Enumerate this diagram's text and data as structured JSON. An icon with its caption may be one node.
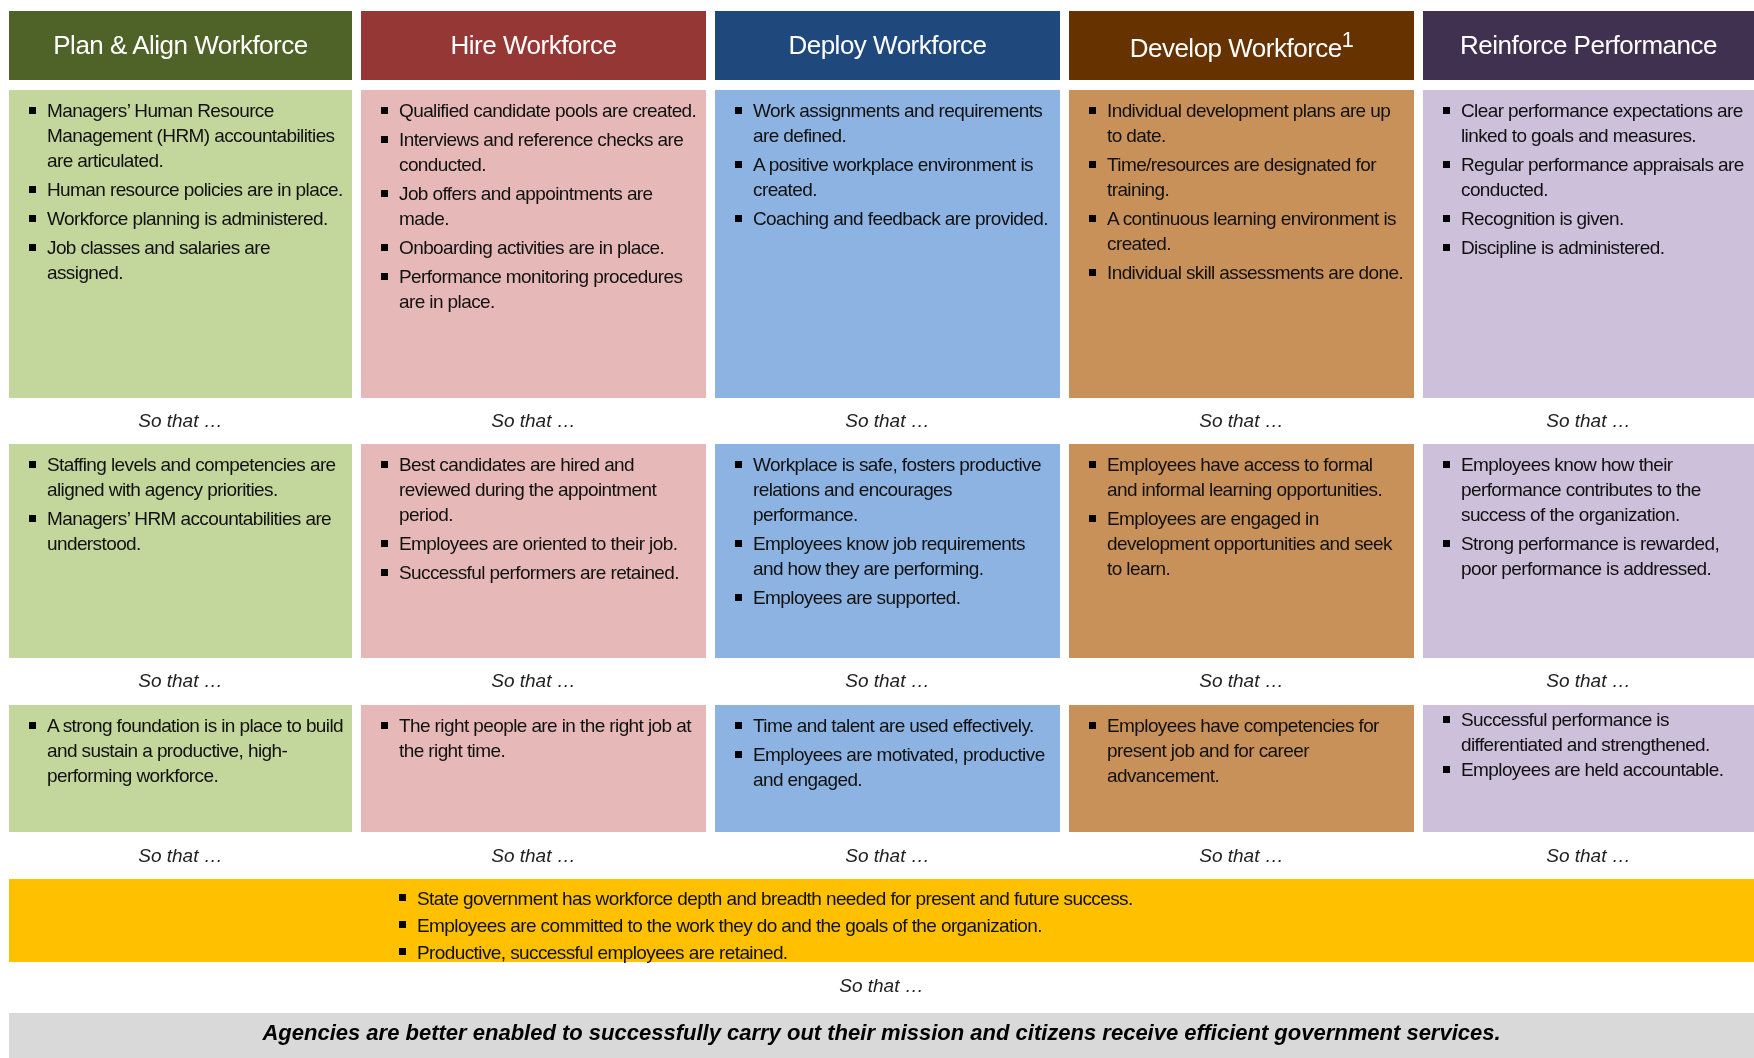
{
  "diagram": {
    "nodes": [
      {
        "text": [
          "Plan & Align Workforce"
        ]
      },
      {
        "text": [
          "Hire Workforce"
        ]
      },
      {
        "text": [
          "Deploy Workforce"
        ]
      },
      {
        "text": [
          "Develop Workforce$^{1}$"
        ]
      },
      {
        "text": [
          "Reinforce Performance"
        ]
      },
      {
        "text": [
          "Managers’ Human Resource Management (HRM) accountabilities are articulated.",
          "Human resource policies are in place.",
          "Workforce planning is administered.",
          "Job classes and salaries are assigned."
        ]
      },
      {
        "text": [
          "Qualified candidate pools are created.",
          "Interviews and reference checks are conducted.",
          "Job offers and appointments are made.",
          "Onboarding activities are in place.",
          "Performance monitoring procedures are in place."
        ]
      },
      {
        "text": [
          "Work assignments and requirements are defined.",
          "A positive workplace environment is created.",
          "Coaching and feedback are provided."
        ]
      },
      {
        "text": [
          "Individual development plans are up to date.",
          "Time/resources are designated for training.",
          "A continuous learning environment is created.",
          "Individual skill assessments are done."
        ]
      },
      {
        "text": [
          "Clear performance expectations are linked to goals and measures.",
          "Regular performance appraisals are conducted.",
          "Recognition is given.",
          "Discipline is administered."
        ]
      },
      {
        "text": [
          "Staffing levels and competencies are aligned with agency priorities.",
          "Managers’ HRM accountabilities are understood."
        ]
      },
      {
        "text": [
          "Best candidates are hired and reviewed during the appointment period.",
          "Employees are oriented to their job.",
          "Successful performers are retained."
        ]
      },
      {
        "text": [
          "Workplace is safe, fosters productive relations and encourages performance.",
          "Employees know job requirements and how they are performing.",
          "Employees are supported."
        ]
      },
      {
        "text": [
          "Employees have access to formal and informal learning opportunities.",
          "Employees are engaged in development opportunities and seek to learn."
        ]
      },
      {
        "text": [
          "Employees know how their performance contributes to the success of the organization.",
          "Strong performance is rewarded, poor performance is addressed."
        ]
      },
      {
        "text": [
          "A strong foundation is in place to build and sustain a productive, high-performing workforce."
        ]
      },
      {
        "text": [
          "The right people are in the right job at the right time."
        ]
      },
      {
        "text": [
          "Time and talent are used effectively.",
          "Employees are motivated, productive and engaged."
        ]
      },
      {
        "text": [
          "Employees have competencies for present job and for career advancement."
        ]
      },
      {
        "text": [
          "Successful performance is differentiated and strengthened.",
          "Employees are held accountable."
        ]
      },
      {
        "text": [
          "State government has workforce depth and breadth needed for present and future success.",
          "Employees are committed to the work they do and the goals of the organization.",
          "Productive, successful employees are retained."
        ]
      },
      {
        "text": [
          "Agencies are better enabled to successfully carry out their mission and citizens receive efficient government services."
        ]
      }
    ],
    "labels": [
      "So that …",
      "So that …",
      "So that …",
      "So that …",
      "So that …",
      "So that …",
      "So that …",
      "So that …",
      "So that …",
      "So that …",
      "So that …",
      "So that …",
      "So that …",
      "So that …",
      "So that …",
      "So that …"
    ]
  }
}
